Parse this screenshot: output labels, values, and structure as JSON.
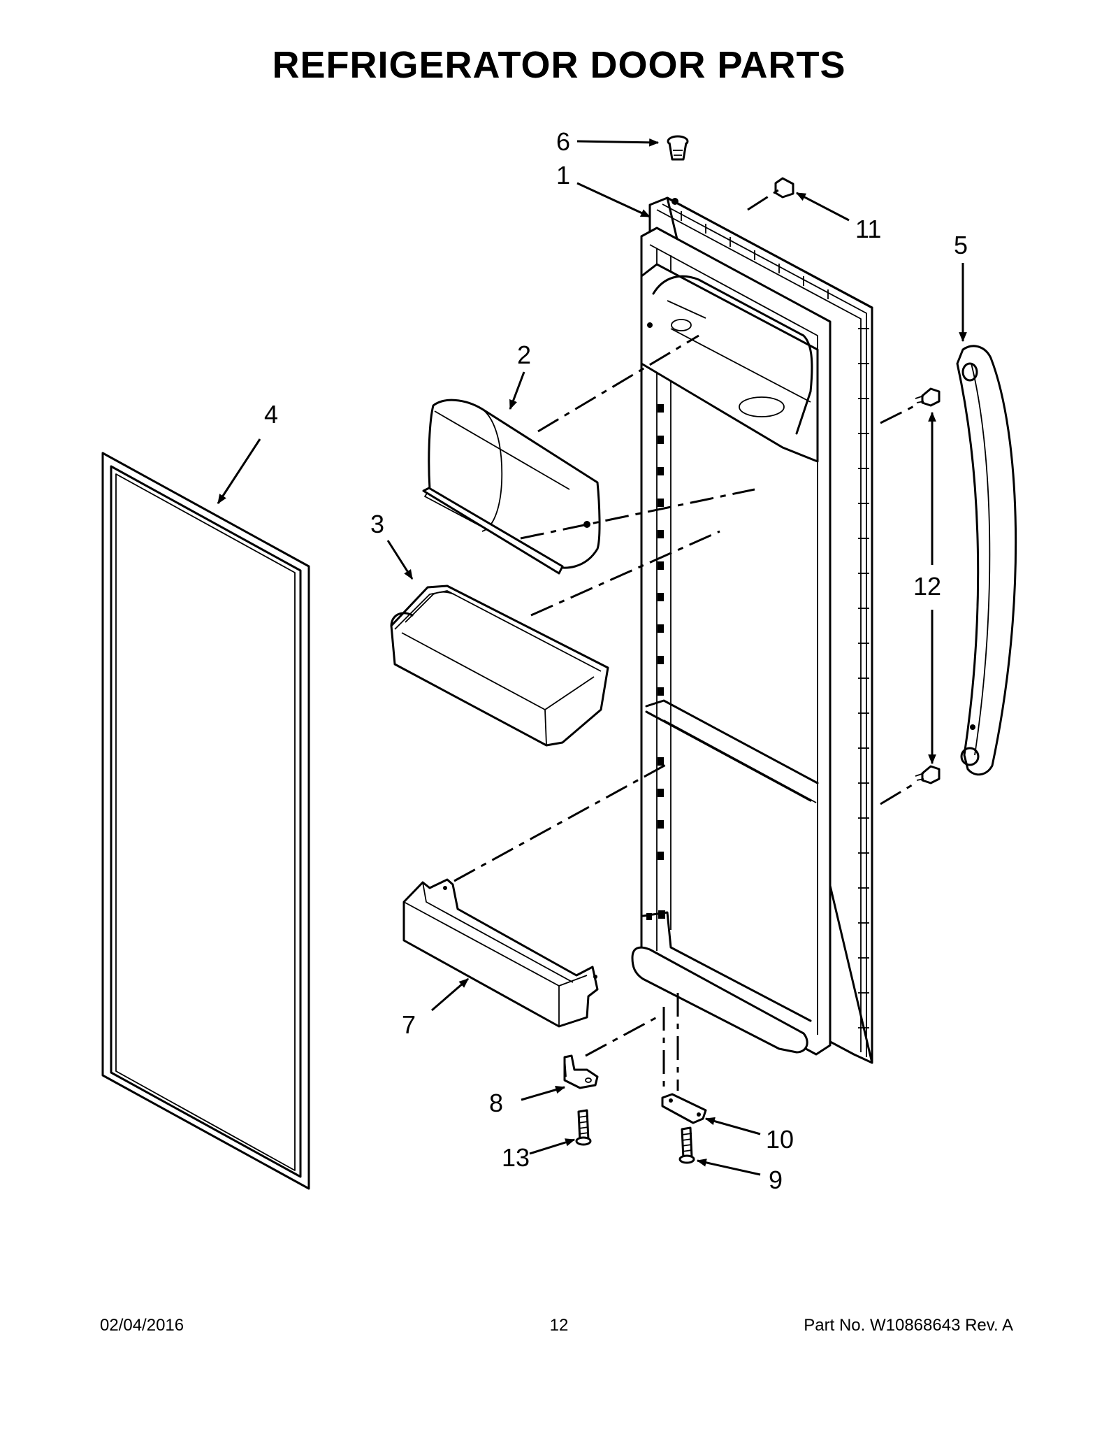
{
  "title": "REFRIGERATOR DOOR PARTS",
  "callouts": [
    "1",
    "2",
    "3",
    "4",
    "5",
    "6",
    "7",
    "8",
    "9",
    "10",
    "11",
    "12",
    "13"
  ],
  "footer": {
    "date": "02/04/2016",
    "page": "12",
    "part": "Part No.  W10868643  Rev.  A"
  }
}
